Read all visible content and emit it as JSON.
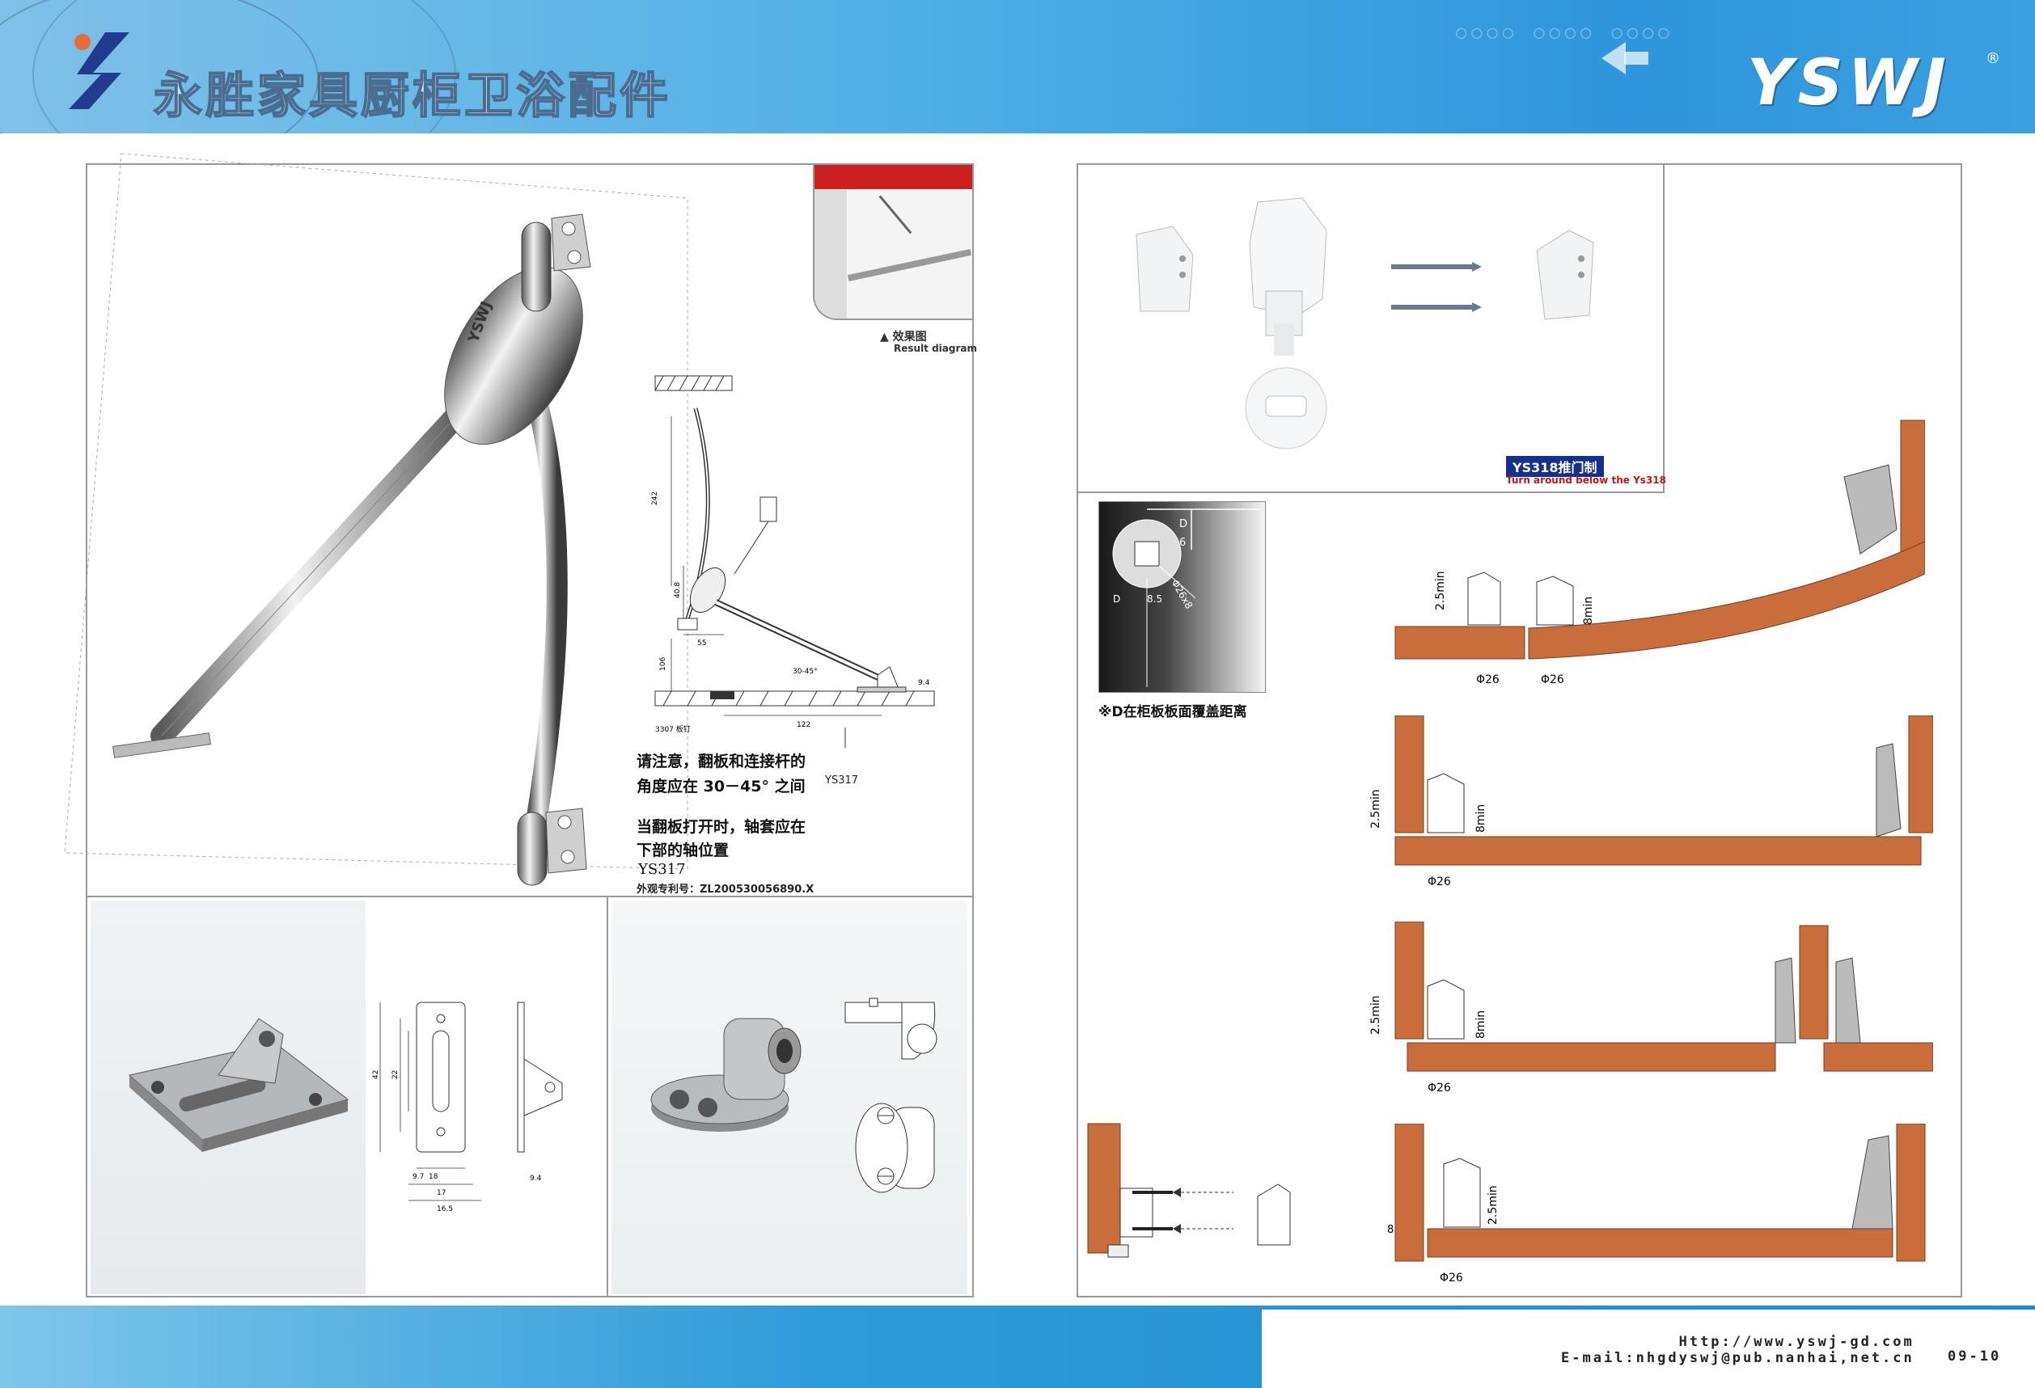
{
  "header": {
    "brand_cn": "永胜家具厨柜卫浴配件",
    "brand_en": "YSWJ",
    "registered": "®"
  },
  "left_panel": {
    "effect_label_cn": "效果图",
    "effect_label_en": "Result diagram",
    "note_angle_line1": "请注意，翻板和连接杆的",
    "note_angle_line2": "角度应在 30－45° 之间",
    "pointer_label": "YS317",
    "note_open_line1": "当翻板打开时，轴套应在",
    "note_open_line2": "下部的轴位置",
    "model": "YS317",
    "patent": "外观专利号：ZL200530056890.X",
    "drawing": {
      "dim_242": "242",
      "dim_40_8": "40.8",
      "dim_55": "55",
      "dim_106": "106",
      "dim_122": "122",
      "dim_angle": "30-45°",
      "dim_9_4": "9.4",
      "base_label": "3307 板钉"
    }
  },
  "bracket_drawing": {
    "dims": [
      "9.7",
      "18",
      "17",
      "16.5",
      "22",
      "42",
      "9.4"
    ]
  },
  "right_panel": {
    "ys318_label": "YS318推门制",
    "ys318_sub": "Turn around below the Ys318",
    "d_note": "※D在柜板板面覆盖距离",
    "d_dims": {
      "d": "D",
      "six": "6",
      "phi": "Φ26x8",
      "d2": "D",
      "eight_five": "8.5"
    },
    "diagrams": [
      {
        "min_left": "2.5min",
        "min_right": "8min",
        "phi_left": "Φ26",
        "phi_right": "Φ26"
      },
      {
        "min_left": "2.5min",
        "min_right": "8min",
        "phi": "Φ26"
      },
      {
        "min_left": "2.5min",
        "min_right": "8min",
        "phi": "Φ26"
      },
      {
        "min_left": "8",
        "min_right": "2.5min",
        "phi": "Φ26"
      }
    ]
  },
  "footer": {
    "url": "Http://www.yswj-gd.com",
    "email": "E-mail:nhgdyswj@pub.nanhai,net.cn",
    "page": "09-10"
  },
  "colors": {
    "header_blue": "#2f95dc",
    "wood": "#c96d3a",
    "badge_blue": "#12308c"
  }
}
